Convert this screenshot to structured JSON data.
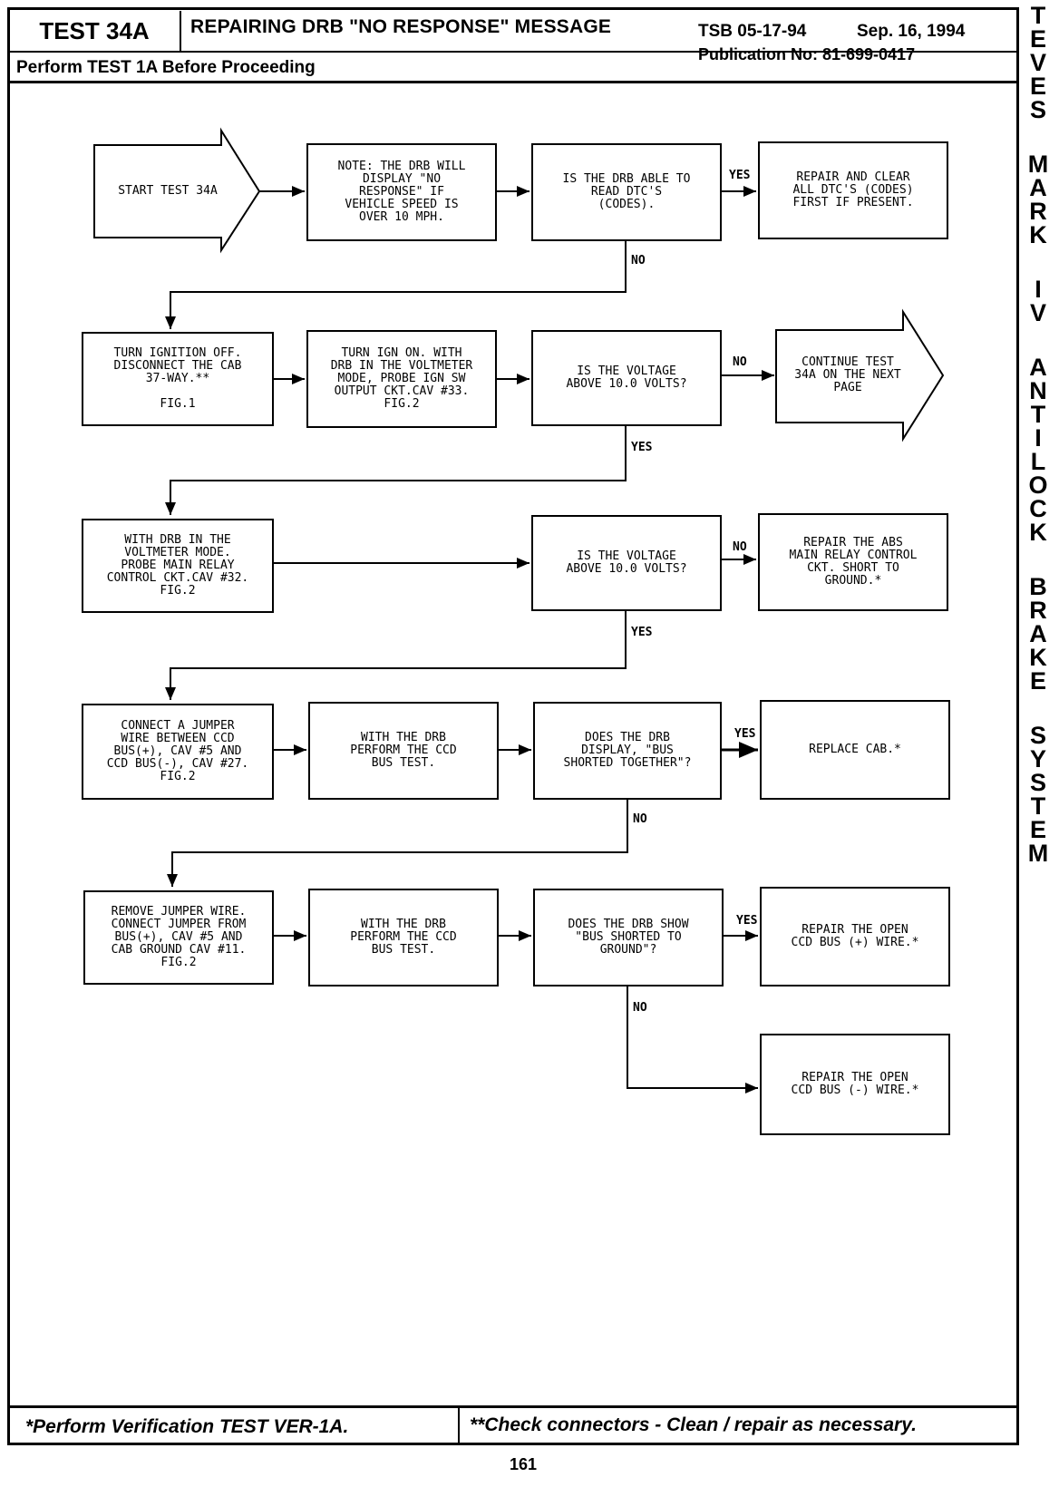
{
  "header": {
    "test_id": "TEST 34A",
    "title": "REPAIRING DRB \"NO RESPONSE\" MESSAGE",
    "tsb": "TSB 05-17-94",
    "date": "Sep. 16, 1994",
    "publication": "Publication No:  81-699-0417",
    "perform": "Perform TEST 1A Before Proceeding"
  },
  "side_title": [
    "T",
    "E",
    "V",
    "E",
    "S",
    "",
    "M",
    "A",
    "R",
    "K",
    "",
    "I",
    "V",
    "",
    "A",
    "N",
    "T",
    "I",
    "L",
    "O",
    "C",
    "K",
    "",
    "B",
    "R",
    "A",
    "K",
    "E",
    "",
    "S",
    "Y",
    "S",
    "T",
    "E",
    "M"
  ],
  "nodes": {
    "start": "START TEST 34A",
    "note": "NOTE: THE DRB WILL\nDISPLAY \"NO\nRESPONSE\" IF\nVEHICLE SPEED IS\nOVER 10 MPH.",
    "q_codes": "IS THE DRB ABLE TO\nREAD DTC'S\n(CODES).",
    "repair_codes": "REPAIR AND CLEAR\nALL DTC'S (CODES)\nFIRST IF PRESENT.",
    "turn_ign_off": "TURN IGNITION OFF.\nDISCONNECT THE CAB\n37-WAY.**\n\nFIG.1",
    "turn_ign_on": "TURN IGN ON. WITH\nDRB IN THE VOLTMETER\nMODE, PROBE IGN SW\nOUTPUT CKT.CAV #33.\nFIG.2",
    "q_voltage1": "IS THE VOLTAGE\nABOVE 10.0 VOLTS?",
    "continue": "CONTINUE TEST\n34A ON THE NEXT\nPAGE",
    "probe_relay": "WITH DRB IN THE\nVOLTMETER MODE.\nPROBE MAIN RELAY\nCONTROL CKT.CAV #32.\nFIG.2",
    "q_voltage2": "IS THE VOLTAGE\nABOVE 10.0 VOLTS?",
    "repair_relay": "REPAIR THE ABS\nMAIN RELAY CONTROL\nCKT. SHORT TO\nGROUND.*",
    "connect_jumper": "CONNECT A JUMPER\nWIRE BETWEEN CCD\nBUS(+), CAV #5 AND\nCCD BUS(-), CAV #27.\nFIG.2",
    "ccd_test1": "WITH THE DRB\nPERFORM THE CCD\nBUS TEST.",
    "q_shorted_together": "DOES THE DRB\nDISPLAY, \"BUS\nSHORTED TOGETHER\"?",
    "replace_cab": "REPLACE CAB.*",
    "remove_jumper": "REMOVE JUMPER WIRE.\nCONNECT JUMPER FROM\nBUS(+), CAV #5 AND\nCAB GROUND CAV #11.\nFIG.2",
    "ccd_test2": "WITH THE DRB\nPERFORM THE CCD\nBUS TEST.",
    "q_shorted_ground": "DOES THE DRB SHOW\n\"BUS SHORTED TO\nGROUND\"?",
    "repair_open_plus": "REPAIR THE OPEN\nCCD BUS (+) WIRE.*",
    "repair_open_minus": "REPAIR THE OPEN\nCCD BUS (-) WIRE.*"
  },
  "labels": {
    "yes": "YES",
    "no": "NO"
  },
  "footer": {
    "left": "*Perform Verification TEST VER-1A.",
    "right": "**Check connectors - Clean / repair as necessary.",
    "page": "161"
  }
}
